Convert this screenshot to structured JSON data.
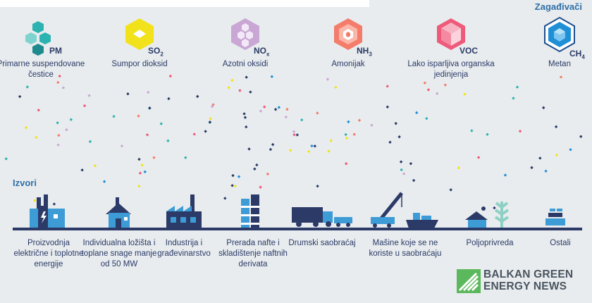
{
  "title": "Zagađivači",
  "sources_title": "Izvori",
  "pollutants": [
    {
      "symbol": "PM",
      "subscript": "",
      "label": "Primarne suspendovane čestice",
      "color": "#2bb3b1",
      "icon": "pm-icon"
    },
    {
      "symbol": "SO",
      "subscript": "2",
      "label": "Sumpor dioksid",
      "color": "#f2e21b",
      "icon": "so2-icon"
    },
    {
      "symbol": "NO",
      "subscript": "x",
      "label": "Azotni oksidi",
      "color": "#c9a6d4",
      "icon": "nox-icon"
    },
    {
      "symbol": "NH",
      "subscript": "3",
      "label": "Amonijak",
      "color": "#f47c6b",
      "icon": "nh3-icon"
    },
    {
      "symbol": "VOC",
      "subscript": "",
      "label": "Lako isparljiva organska jedinjenja",
      "color": "#ee5a7a",
      "icon": "voc-icon"
    },
    {
      "symbol": "CH",
      "subscript": "4",
      "label": "Metan",
      "color": "#1f8fd6",
      "icon": "ch4-icon"
    }
  ],
  "sources": [
    {
      "label": "Proizvodnja električne i toplotne energije",
      "icon": "power-plant-icon"
    },
    {
      "label": "Individualna ložišta i toplane snage manje od 50 MW",
      "icon": "house-heating-icon"
    },
    {
      "label": "Industrija i građevinarstvo",
      "icon": "factory-icon"
    },
    {
      "label": "Prerada nafte i skladištenje naftnih derivata",
      "icon": "oil-refinery-icon"
    },
    {
      "label": "Drumski saobraćaj",
      "icon": "truck-car-icon"
    },
    {
      "label": "Mašine koje se ne koriste u saobraćaju",
      "icon": "crane-ship-icon"
    },
    {
      "label": "Poljoprivreda",
      "icon": "farm-icon"
    },
    {
      "label": "Ostali",
      "icon": "other-icon"
    }
  ],
  "logo": {
    "line1": "BALKAN GREEN",
    "line2": "ENERGY NEWS",
    "icon": "bgen-logo-icon"
  }
}
